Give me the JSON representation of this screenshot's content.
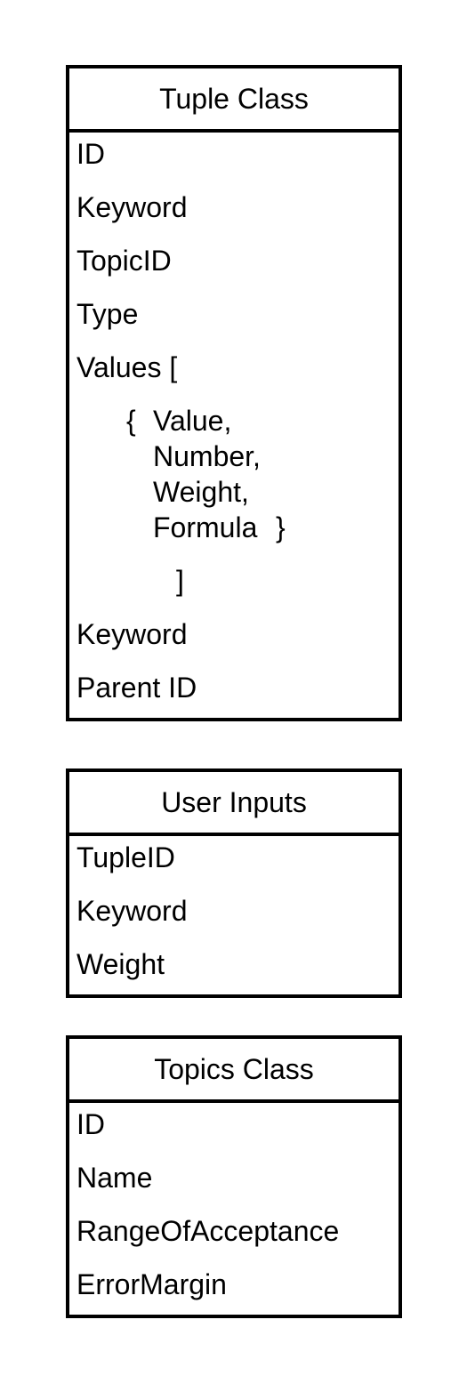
{
  "tuple_class": {
    "title": "Tuple Class",
    "id": "ID",
    "keyword": "Keyword",
    "topic_id": "TopicID",
    "type": "Type",
    "values_open": "Values [",
    "brace_open": "{",
    "value": "Value,",
    "number": "Number,",
    "weight": "Weight,",
    "formula": "Formula",
    "brace_close": "}",
    "values_close": "]",
    "keyword2": "Keyword",
    "parent_id": "Parent ID"
  },
  "user_inputs": {
    "title": "User Inputs",
    "fields": [
      "TupleID",
      "Keyword",
      "Weight"
    ]
  },
  "topics_class": {
    "title": "Topics Class",
    "fields": [
      "ID",
      "Name",
      "RangeOfAcceptance",
      "ErrorMargin"
    ]
  }
}
